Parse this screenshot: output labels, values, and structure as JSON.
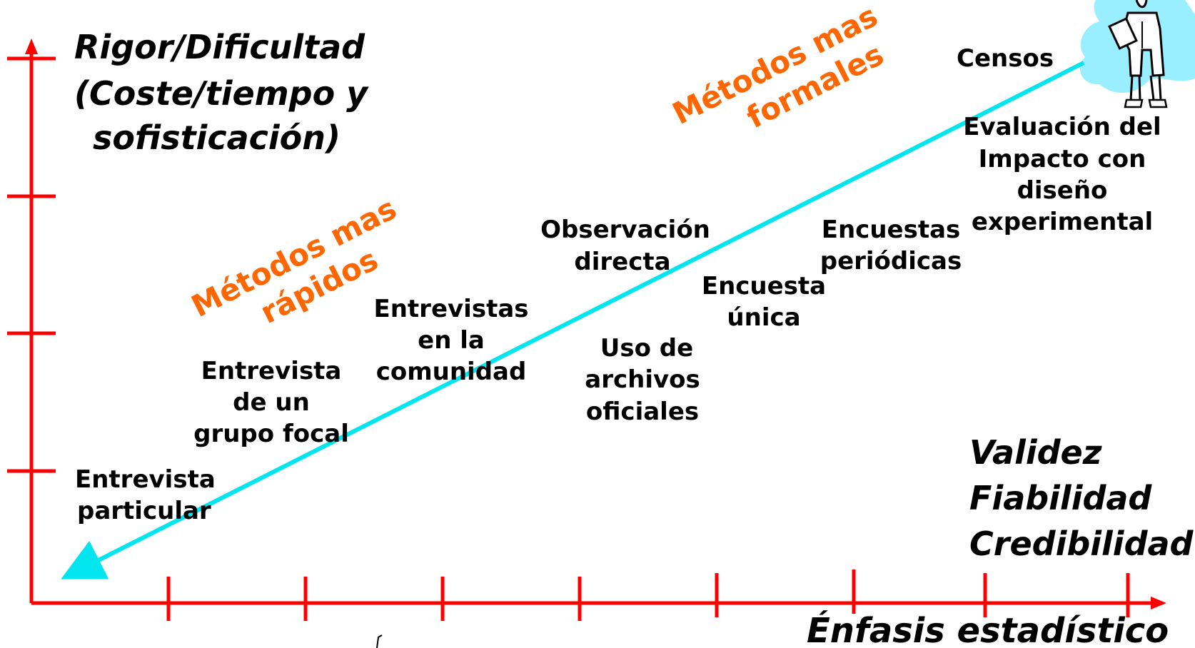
{
  "y_axis_label": [
    "Rigor/Dificultad",
    "(Coste/tiempo y",
    "sofisticación)"
  ],
  "x_axis_label": "Énfasis estadístico",
  "quality_labels": [
    "Validez",
    "Fiabilidad",
    "Credibilidad"
  ],
  "bands": {
    "fast": [
      "Métodos mas",
      "rápidos"
    ],
    "formal": [
      "Métodos mas",
      "formales"
    ]
  },
  "methods": {
    "entrevista_particular": [
      "Entrevista",
      "particular"
    ],
    "grupo_focal": [
      "Entrevista",
      "de un",
      "grupo focal"
    ],
    "entrevistas_comunidad": [
      "Entrevistas",
      "en la",
      "comunidad"
    ],
    "observacion_directa": [
      "Observación",
      "directa"
    ],
    "archivos_oficiales": [
      "Uso de",
      "archivos",
      "oficiales"
    ],
    "encuesta_unica": [
      "Encuesta",
      "única"
    ],
    "encuestas_periodicas": [
      "Encuestas",
      "periódicas"
    ],
    "evaluacion_impacto": [
      "Evaluación del",
      "Impacto con",
      "diseño",
      "experimental"
    ],
    "censos": "Censos"
  },
  "colors": {
    "axis": "#ff0000",
    "arrow": "#00e5ee",
    "band_text": "#ff6600",
    "blob": "#99eeff"
  },
  "icons": [
    "researcher-clipboard-icon"
  ]
}
